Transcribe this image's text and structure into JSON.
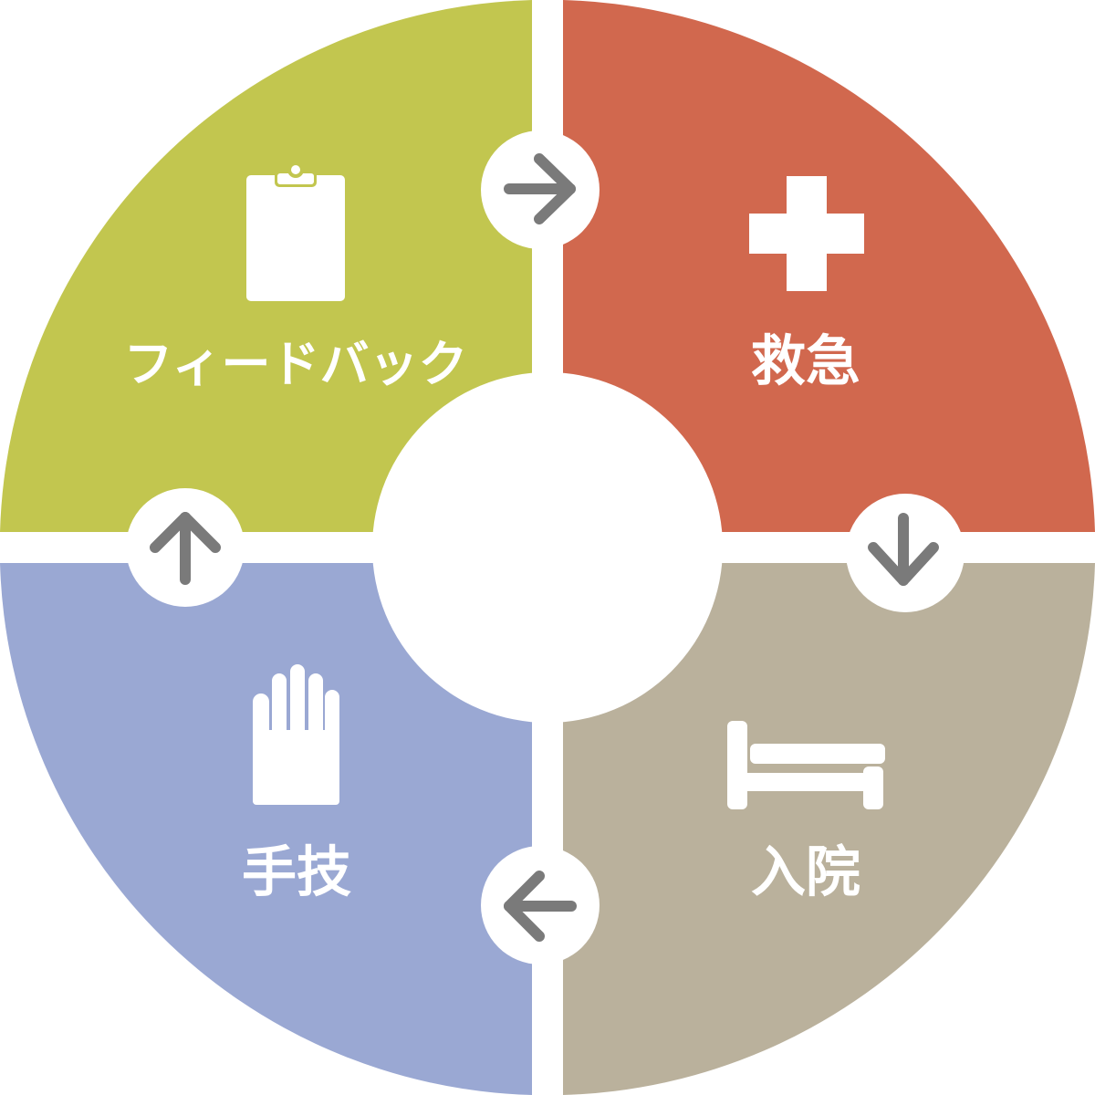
{
  "colors": {
    "background": "#ffffff",
    "feedback": "#c2c64f",
    "emergency": "#d1684e",
    "hospitalization": "#bab19c",
    "procedure": "#9aa8d3",
    "icon": "#ffffff",
    "arrow": "#7a7a7a"
  },
  "segments": {
    "feedback": {
      "label": "フィードバック",
      "icon": "clipboard-icon"
    },
    "emergency": {
      "label": "救急",
      "icon": "medical-cross-icon"
    },
    "hospitalization": {
      "label": "入院",
      "icon": "bed-icon"
    },
    "procedure": {
      "label": "手技",
      "icon": "hand-icon"
    }
  },
  "arrows": {
    "top": "arrow-right-icon",
    "right": "arrow-down-icon",
    "bottom": "arrow-left-icon",
    "left": "arrow-up-icon"
  }
}
